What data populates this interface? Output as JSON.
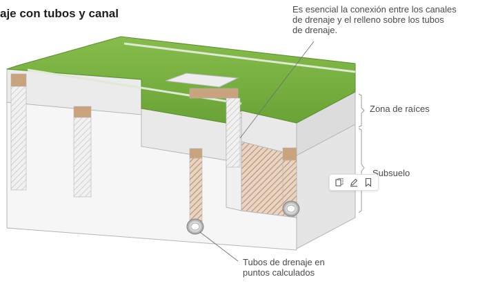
{
  "title": "aje con tubos y canal",
  "callouts": {
    "top": "Es esencial la conexión entre los canales\nde drenaje y el relleno sobre los tubos\nde drenaje.",
    "zona": "Zona de raíces",
    "subsuelo": "Subsuelo",
    "tubos": "Tubos de drenaje en\npuntos calculados"
  },
  "toolbar": {
    "icons": [
      "copy-icon",
      "pencil-icon",
      "bookmark-icon"
    ]
  },
  "colors": {
    "grass": "#7cb342",
    "grass_dark": "#5a8f2b",
    "root_zone_front": "#e9e9e9",
    "subsoil": "#f6f6f6",
    "gravel_band": "#c9a27e",
    "hatch": "#b58a66",
    "outline": "#b5b5b5",
    "callout_text": "#4b4b4b"
  }
}
